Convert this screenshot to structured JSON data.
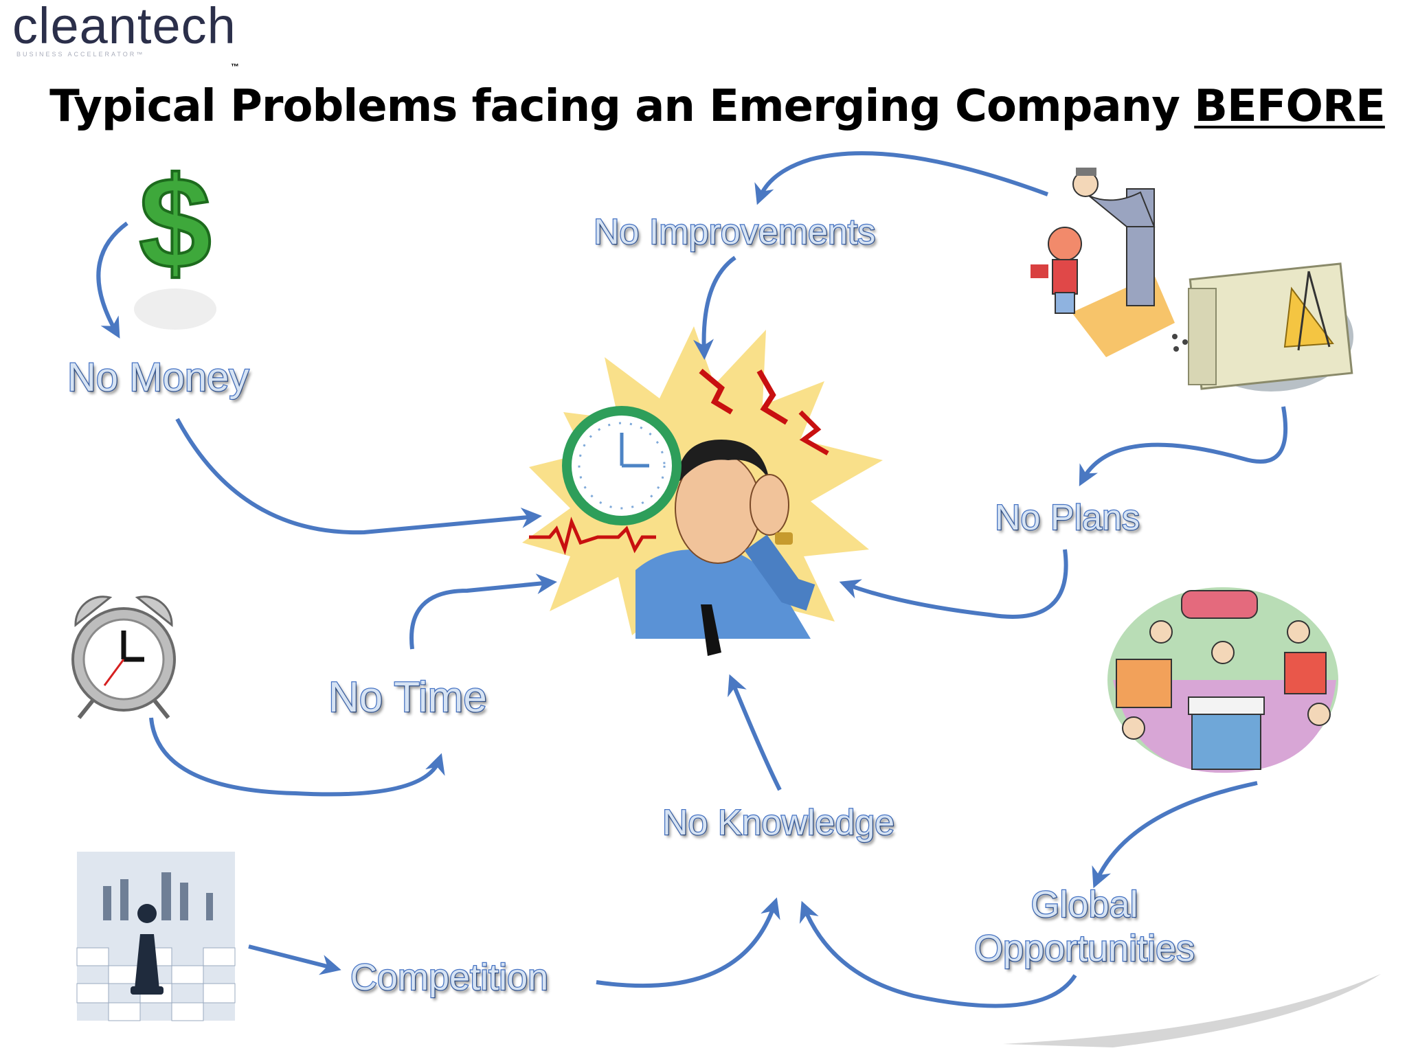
{
  "logo": {
    "name": "cleantech",
    "subtitle": "BUSINESS ACCELERATOR™",
    "trademark": "™"
  },
  "title": {
    "main": "Typical Problems facing an Emerging Company",
    "emphasis": "BEFORE"
  },
  "nodes": {
    "no_money": "No Money",
    "no_improvements": "No Improvements",
    "no_plans": "No Plans",
    "no_time": "No Time",
    "no_knowledge": "No Knowledge",
    "competition": "Competition",
    "global_line1": "Global",
    "global_line2": "Opportunities"
  },
  "colors": {
    "label_fill": "#d6e3f3",
    "label_stroke": "#4472c4",
    "arrow": "#4a78c2",
    "dollar": "#3ea83b",
    "burst": "#f9e08a"
  },
  "icons": [
    "dollar-sign-icon",
    "alarm-clock-icon",
    "chess-board-image",
    "stressed-man-image",
    "wall-clock-icon",
    "father-and-child-image",
    "blueprints-image",
    "global-commerce-image"
  ]
}
